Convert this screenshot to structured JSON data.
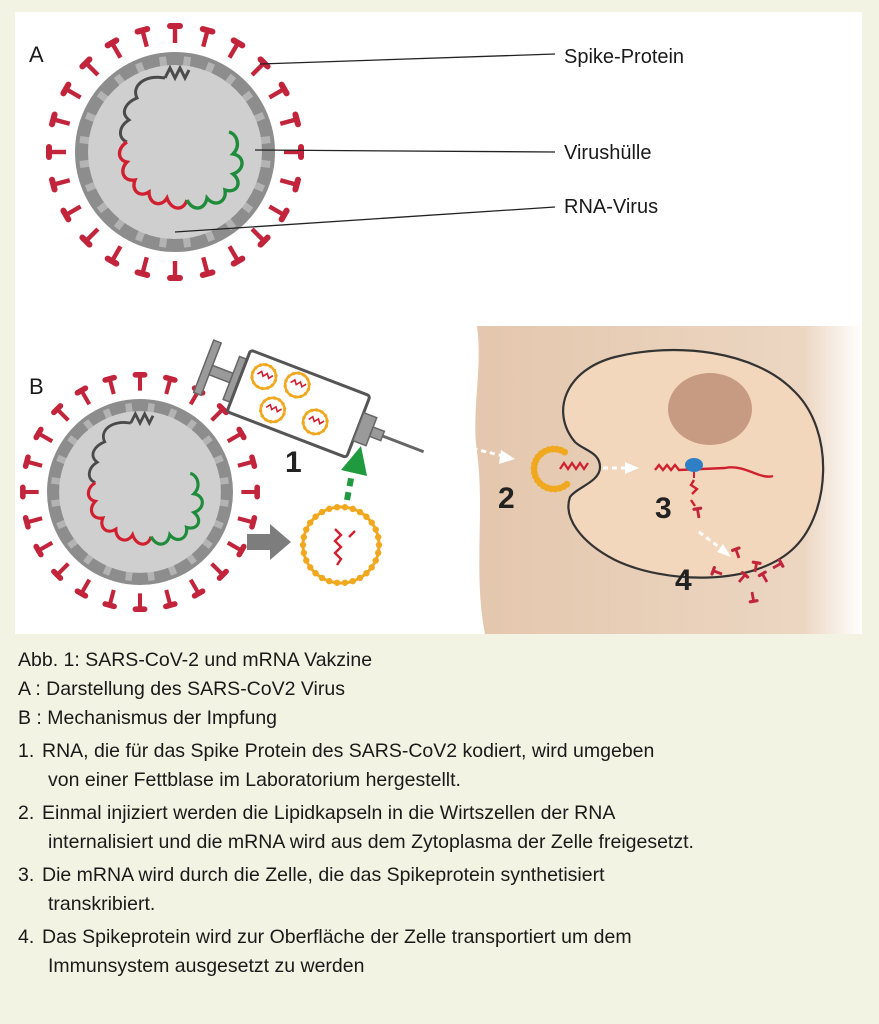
{
  "panel_a": {
    "letter": "A",
    "labels": {
      "spike": "Spike-Protein",
      "envelope": "Virushülle",
      "rna": "RNA-Virus"
    }
  },
  "panel_b": {
    "letter": "B",
    "steps": [
      "1",
      "2",
      "3",
      "4"
    ]
  },
  "caption": {
    "title": "Abb. 1: SARS-CoV-2 und mRNA Vakzine",
    "a": "A : Darstellung des SARS-CoV2 Virus",
    "b": "B : Mechanismus der Impfung",
    "items": [
      {
        "num": "1.",
        "lines": [
          "RNA, die für das Spike Protein des SARS-CoV2 kodiert, wird umgeben",
          "von einer Fettblase  im Laboratorium hergestellt."
        ]
      },
      {
        "num": "2.",
        "lines": [
          "Einmal injiziert werden die Lipidkapseln in die Wirtszellen der RNA",
          "internalisiert und die mRNA wird aus dem Zytoplasma der Zelle freigesetzt."
        ]
      },
      {
        "num": "3.",
        "lines": [
          "Die mRNA wird durch die Zelle, die das Spikeprotein synthetisiert",
          "transkribiert."
        ]
      },
      {
        "num": "4.",
        "lines": [
          "Das Spikeprotein wird zur Oberfläche der Zelle transportiert um dem",
          "Immunsystem ausgesetzt zu werden"
        ]
      }
    ]
  },
  "colors": {
    "spike": "#c2253b",
    "envelope": "#8d8d8d",
    "virus_fill": "#cfcfcf",
    "rna_red": "#d0202f",
    "rna_green": "#1e8c3a",
    "rna_gray": "#4a4a4a",
    "lipid": "#f0a81e",
    "cell": "#f2d7bd",
    "tissue": "#e4c7ad",
    "nucleus": "#c79a82",
    "arrow_green": "#1f9a3f"
  }
}
